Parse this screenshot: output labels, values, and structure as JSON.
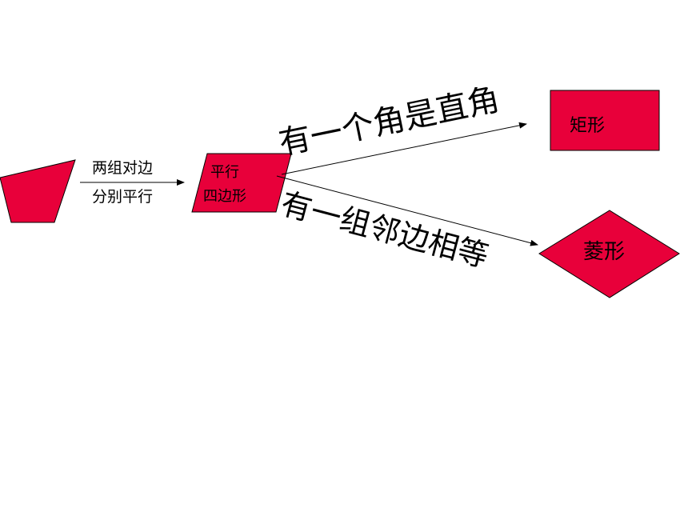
{
  "quad_label": "",
  "arrow1_label_top": "两组对边",
  "arrow1_label_bottom": "分别平行",
  "parallelogram_line1": "平行",
  "parallelogram_line2": "四边形",
  "rectangle_condition": "有一个角是直角",
  "rhombus_condition": "有一组邻边相等",
  "rectangle_label": "矩形",
  "rhombus_label": "菱形",
  "colors": {
    "fill": "#E8003A",
    "stroke": "#000000"
  }
}
